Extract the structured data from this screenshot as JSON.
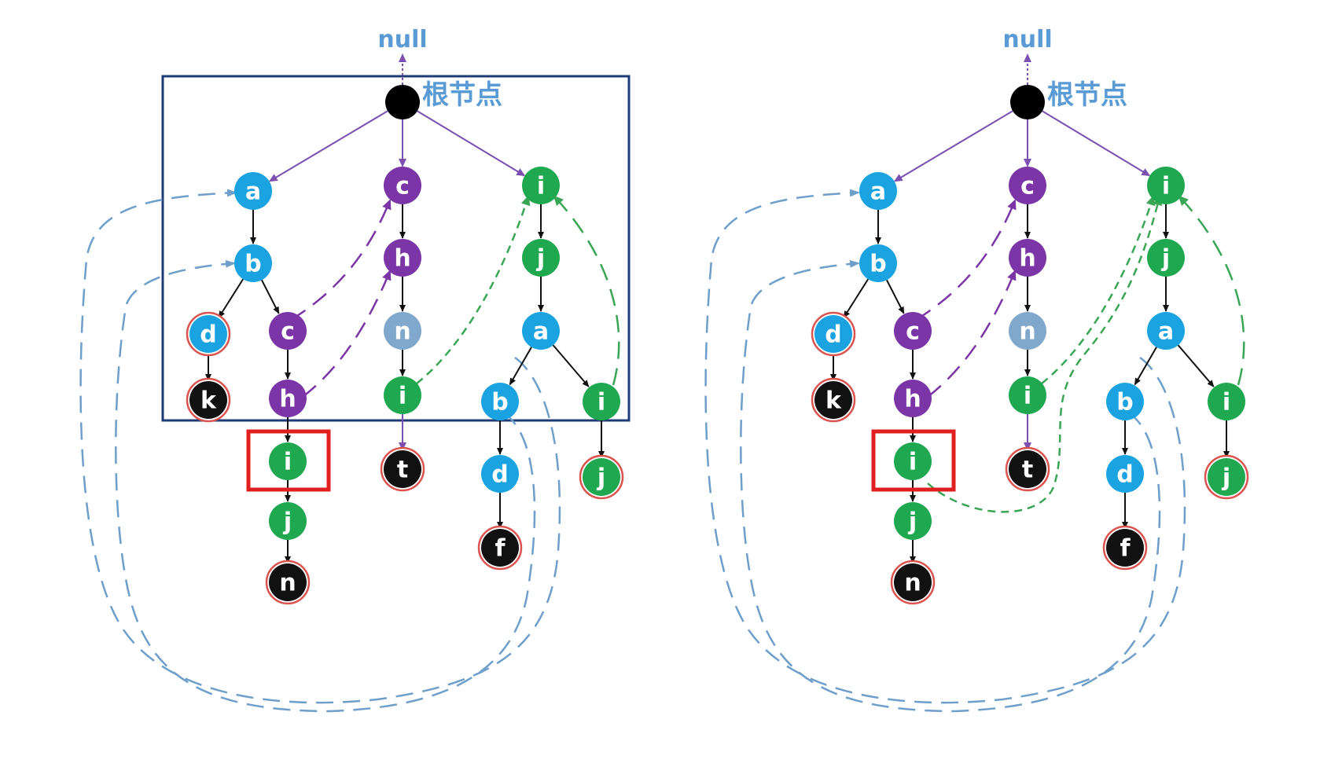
{
  "colors": {
    "blue": "#1aa3e0",
    "purple": "#7b35a6",
    "green": "#1fa84f",
    "grayblue": "#7fa8cc",
    "black": "#111111",
    "ring_red": "#d9534f",
    "null_text": "#5b9bd5",
    "root_text": "#5b9bd5",
    "frame": "#1f3a7a",
    "highlight": "#e02020",
    "fail_blue": "#6e9fcb",
    "fail_purple": "#7b35a6",
    "fail_green": "#3aa655",
    "tree_purple": "#7b50b0"
  },
  "diagrams": [
    {
      "id": "left",
      "null_label": "null",
      "root_label": "根节点",
      "nodes": [
        {
          "letter": "a",
          "color": "blue"
        },
        {
          "letter": "c",
          "color": "purple"
        },
        {
          "letter": "i",
          "color": "green"
        },
        {
          "letter": "b",
          "color": "blue"
        },
        {
          "letter": "h",
          "color": "purple"
        },
        {
          "letter": "j",
          "color": "green"
        },
        {
          "letter": "d",
          "color": "blue",
          "end": true
        },
        {
          "letter": "c",
          "color": "purple"
        },
        {
          "letter": "n",
          "color": "grayblue"
        },
        {
          "letter": "a",
          "color": "blue"
        },
        {
          "letter": "k",
          "color": "black",
          "end": true
        },
        {
          "letter": "h",
          "color": "purple"
        },
        {
          "letter": "i",
          "color": "green"
        },
        {
          "letter": "b",
          "color": "blue"
        },
        {
          "letter": "i",
          "color": "green"
        },
        {
          "letter": "i",
          "color": "green"
        },
        {
          "letter": "t",
          "color": "black",
          "end": true
        },
        {
          "letter": "d",
          "color": "blue"
        },
        {
          "letter": "j",
          "color": "green",
          "end": true
        },
        {
          "letter": "j",
          "color": "green"
        },
        {
          "letter": "f",
          "color": "black",
          "end": true
        },
        {
          "letter": "n",
          "color": "black",
          "end": true
        }
      ]
    },
    {
      "id": "right",
      "null_label": "null",
      "root_label": "根节点",
      "nodes": [
        {
          "letter": "a",
          "color": "blue"
        },
        {
          "letter": "c",
          "color": "purple"
        },
        {
          "letter": "i",
          "color": "green"
        },
        {
          "letter": "b",
          "color": "blue"
        },
        {
          "letter": "h",
          "color": "purple"
        },
        {
          "letter": "j",
          "color": "green"
        },
        {
          "letter": "d",
          "color": "blue",
          "end": true
        },
        {
          "letter": "c",
          "color": "purple"
        },
        {
          "letter": "n",
          "color": "grayblue"
        },
        {
          "letter": "a",
          "color": "blue"
        },
        {
          "letter": "k",
          "color": "black",
          "end": true
        },
        {
          "letter": "h",
          "color": "purple"
        },
        {
          "letter": "i",
          "color": "green"
        },
        {
          "letter": "b",
          "color": "blue"
        },
        {
          "letter": "i",
          "color": "green"
        },
        {
          "letter": "i",
          "color": "green"
        },
        {
          "letter": "t",
          "color": "black",
          "end": true
        },
        {
          "letter": "d",
          "color": "blue"
        },
        {
          "letter": "j",
          "color": "green",
          "end": true
        },
        {
          "letter": "j",
          "color": "green"
        },
        {
          "letter": "f",
          "color": "black",
          "end": true
        },
        {
          "letter": "n",
          "color": "black",
          "end": true
        }
      ]
    }
  ]
}
